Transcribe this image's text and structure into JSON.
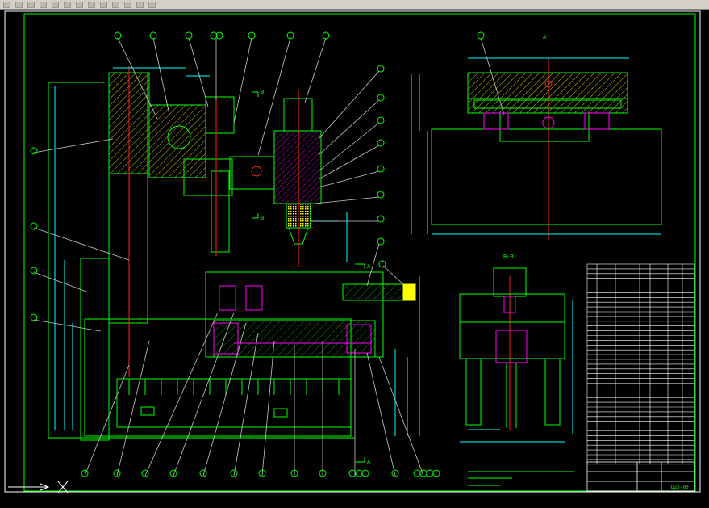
{
  "toolbar": {
    "icons": [
      "open-icon",
      "save-icon",
      "undo-icon",
      "redo-icon",
      "pan-icon",
      "zoom-icon",
      "zoom-window-icon",
      "properties-icon",
      "layer-icon",
      "block-icon",
      "print-icon",
      "plot-icon",
      "help-icon"
    ]
  },
  "colors": {
    "background": "#000000",
    "frame": "#ffffff",
    "geometry": "#00ff00",
    "dimension": "#00ffff",
    "leader": "#c8c8c8",
    "centerline": "#ff2020",
    "hatch": "#ffff00",
    "part": "#ff00ff",
    "notes": "#00ff00"
  },
  "views": {
    "view_a_label": "A",
    "view_b_label": "B",
    "section_bb_label": "B-B"
  },
  "title_block": {
    "drawing_number": "DZJ-00"
  }
}
